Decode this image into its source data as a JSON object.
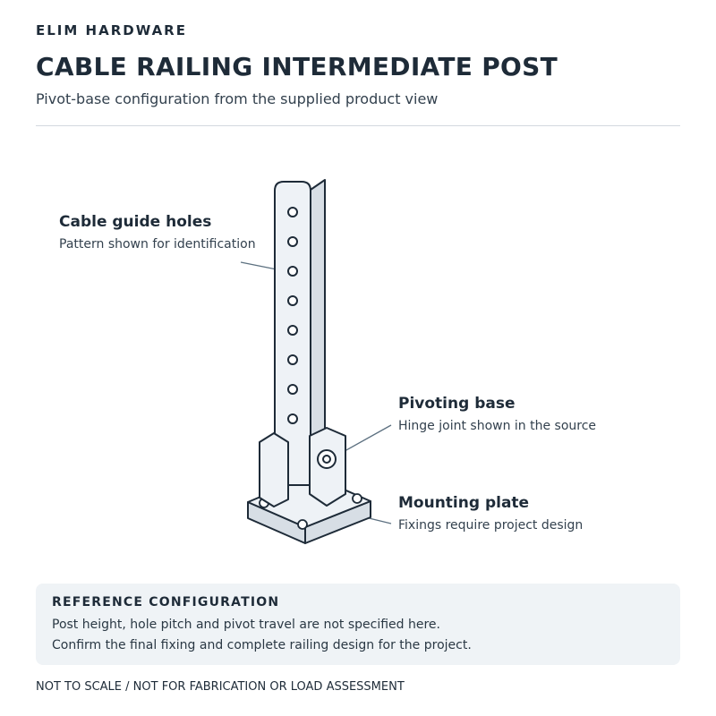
{
  "header": {
    "brand": "ELIM HARDWARE",
    "title": "CABLE RAILING INTERMEDIATE POST",
    "subtitle": "Pivot-base configuration from the supplied product view"
  },
  "callouts": {
    "cable_guide_holes": {
      "title": "Cable guide holes",
      "description": "Pattern shown for identification"
    },
    "pivoting_base": {
      "title": "Pivoting base",
      "description": "Hinge joint shown in the source"
    },
    "mounting_plate": {
      "title": "Mounting plate",
      "description": "Fixings require project design"
    }
  },
  "reference": {
    "heading": "REFERENCE CONFIGURATION",
    "lines": [
      "Post height, hole pitch and pivot travel are not specified here.",
      "Confirm the final fixing and complete railing design for the project."
    ]
  },
  "footer": {
    "disclaimer": "NOT TO SCALE / NOT FOR FABRICATION OR LOAD ASSESSMENT"
  },
  "illustration": {
    "guide_hole_count": 8,
    "colors": {
      "stroke": "#1e2b38",
      "fill_light": "#eef2f6",
      "fill_side": "#d7dee5",
      "leader": "#5c7080",
      "note_background": "#eff3f6",
      "divider": "#d3d9df"
    }
  }
}
